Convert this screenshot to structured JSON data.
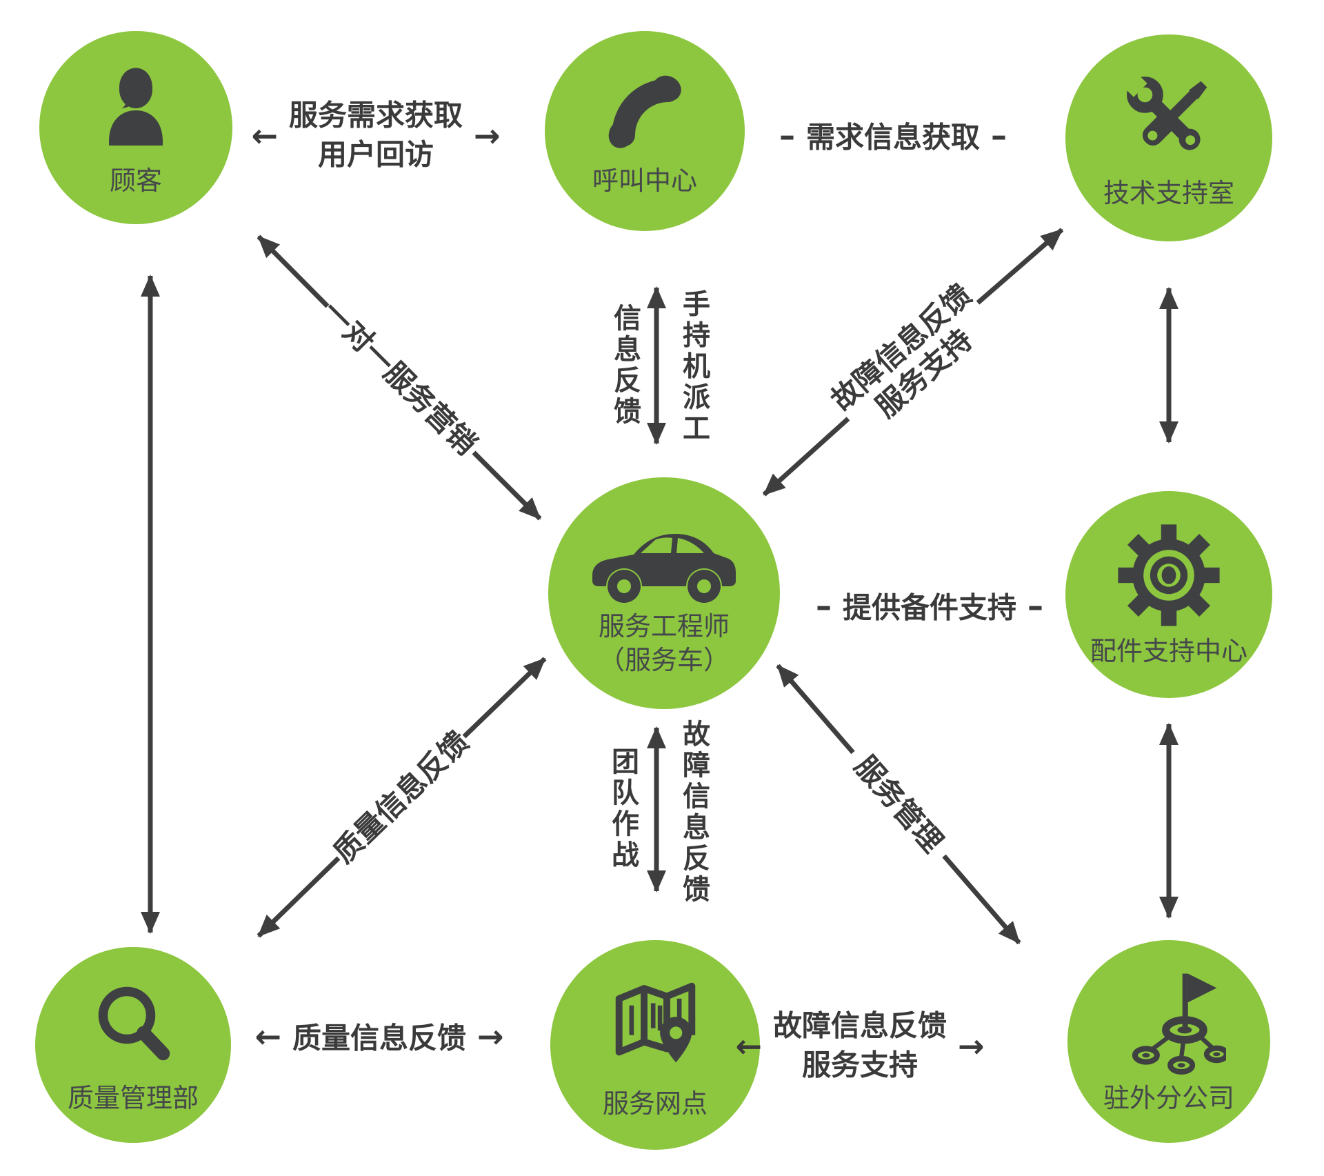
{
  "palette": {
    "circle_green": "#8dc63f",
    "icon_dark": "#3e4042",
    "arrow_dark": "#3e3e3e",
    "node_label_gray": "#45484b",
    "bold_label_gray": "#3a3a3a"
  },
  "nodes": {
    "customer": {
      "label": "顾客",
      "icon": "person-icon"
    },
    "call_center": {
      "label": "呼叫中心",
      "icon": "phone-icon"
    },
    "tech_support": {
      "label": "技术支持室",
      "icon": "wrench-screwdriver-icon"
    },
    "engineer": {
      "label_line1": "服务工程师",
      "label_line2": "（服务车）",
      "icon": "car-icon"
    },
    "parts_center": {
      "label": "配件支持中心",
      "icon": "gear-icon"
    },
    "quality_dept": {
      "label": "质量管理部",
      "icon": "magnifier-icon"
    },
    "service_network": {
      "label": "服务网点",
      "icon": "map-pin-icon"
    },
    "branch_office": {
      "label": "驻外分公司",
      "icon": "flag-network-icon"
    }
  },
  "links": {
    "customer_call_center": {
      "line1": "服务需求获取",
      "line2": "用户回访",
      "left_arrow": "←",
      "right_arrow": "→"
    },
    "call_center_tech_support": {
      "label": "需求信息获取",
      "dash": "–"
    },
    "customer_engineer": {
      "label": "一对一服务营销"
    },
    "call_center_engineer": {
      "left_label": "信息反馈",
      "right_label": "手持机派工"
    },
    "tech_support_engineer": {
      "line1": "故障信息反馈",
      "line2": "服务支持"
    },
    "engineer_parts_center": {
      "label": "提供备件支持",
      "dash": "–"
    },
    "quality_engineer": {
      "label": "质量信息反馈"
    },
    "engineer_service_network": {
      "left_label": "团队作战",
      "right_label": "故障信息反馈"
    },
    "engineer_branch_office": {
      "label": "服务管理"
    },
    "quality_service_network": {
      "label": "质量信息反馈",
      "left_arrow": "←",
      "right_arrow": "→"
    },
    "service_network_branch_office": {
      "line1": "故障信息反馈",
      "line2": "服务支持",
      "left_arrow": "←",
      "right_arrow": "→"
    }
  }
}
